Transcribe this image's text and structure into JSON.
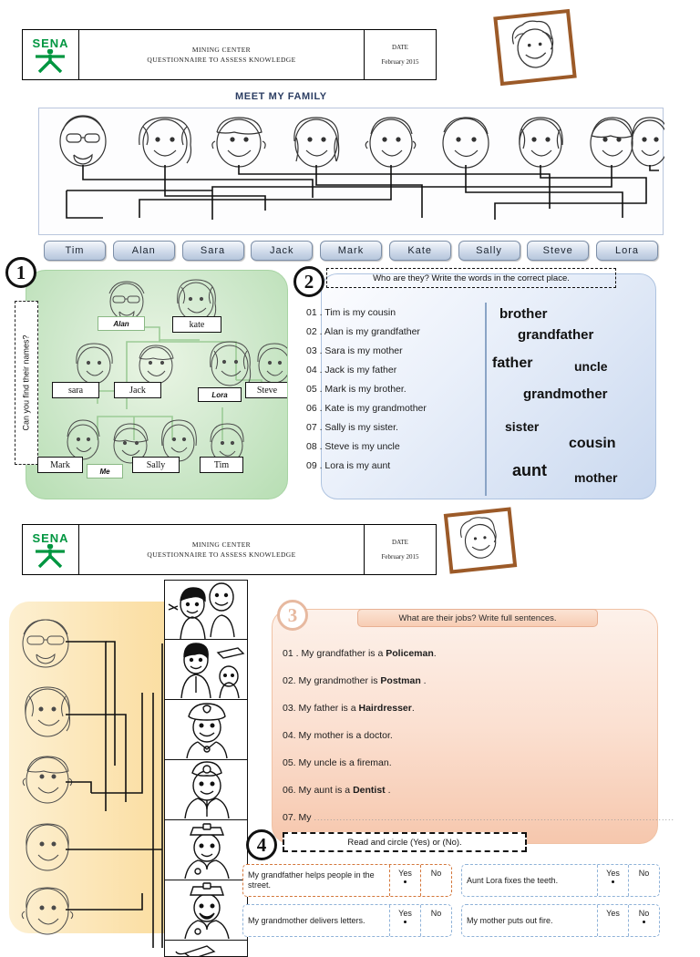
{
  "header": {
    "logo_text": "SENA",
    "org_line1": "MINING CENTER",
    "org_line2": "QUESTIONNAIRE TO ASSESS KNOWLEDGE",
    "date_label": "DATE",
    "date_value": "February 2015"
  },
  "page_title": "MEET MY FAMILY",
  "tree_names": [
    "Tim",
    "Alan",
    "Sara",
    "Jack",
    "Mark",
    "Kate",
    "Sally",
    "Steve",
    "Lora"
  ],
  "exercise1": {
    "number": "1",
    "vertical_label": "Can you find their names?",
    "tree_labels": {
      "grandfather": "Alan",
      "grandmother": "kate",
      "aunt_left": "sara",
      "father": "Jack",
      "mother": "Lora",
      "uncle": "Steve",
      "brother": "Mark",
      "me": "Me",
      "sister": "Sally",
      "cousin": "Tim"
    }
  },
  "exercise2": {
    "number": "2",
    "prompt": "Who are they? Write the words in the correct place.",
    "sentences": [
      "01 . Tim is my cousin",
      "02 . Alan is my grandfather",
      "03 . Sara is my mother",
      "04 . Jack is my father",
      "05 . Mark is my brother.",
      "06 . Kate is my grandmother",
      "07 . Sally is my sister.",
      "08 . Steve is my uncle",
      "09 . Lora is my aunt"
    ],
    "word_bank": [
      "brother",
      "grandfather",
      "father",
      "uncle",
      "grandmother",
      "sister",
      "cousin",
      "aunt",
      "mother"
    ]
  },
  "exercise3": {
    "number": "3",
    "prompt": "What are their jobs? Write full sentences.",
    "lines": [
      {
        "num": "01 .",
        "text_before": "My grandfather is a ",
        "answer": "Policeman",
        "text_after": "."
      },
      {
        "num": "02.",
        "text_before": "My grandmother is ",
        "answer": "Postman",
        "text_after": " ."
      },
      {
        "num": "03.",
        "text_before": "My father is a ",
        "answer": "Hairdresser",
        "text_after": "."
      },
      {
        "num": "04.",
        "text_before": "My mother is a doctor.",
        "answer": "",
        "text_after": ""
      },
      {
        "num": "05.",
        "text_before": "My uncle is a fireman.",
        "answer": "",
        "text_after": ""
      },
      {
        "num": "06.",
        "text_before": "My  aunt is a ",
        "answer": "Dentist",
        "text_after": " ."
      },
      {
        "num": "07.",
        "text_before": "My ",
        "answer": "",
        "text_after": ""
      }
    ],
    "blank_dots": "................................................................................................................."
  },
  "exercise4": {
    "number": "4",
    "prompt": "Read and circle (Yes) or (No).",
    "questions": [
      {
        "text": "My grandfather helps people in the street.",
        "yes": "Yes",
        "no": "No",
        "selected": "yes",
        "highlight": true
      },
      {
        "text": "Aunt Lora fixes the teeth.",
        "yes": "Yes",
        "no": "No",
        "selected": "yes",
        "highlight": false
      },
      {
        "text": "My grandmother delivers letters.",
        "yes": "Yes",
        "no": "No",
        "selected": "yes",
        "highlight": false
      },
      {
        "text": "My mother puts out fire.",
        "yes": "Yes",
        "no": "No",
        "selected": "no",
        "highlight": false
      }
    ]
  },
  "colors": {
    "sena_green": "#009640",
    "frame_brown": "#9c5a28",
    "title_blue": "#2c3e63",
    "panel_green": "#b7deb3",
    "panel_blue": "#c9d8ef",
    "panel_orange": "#f6c7ad",
    "panel_yellow": "#f8d88f"
  }
}
